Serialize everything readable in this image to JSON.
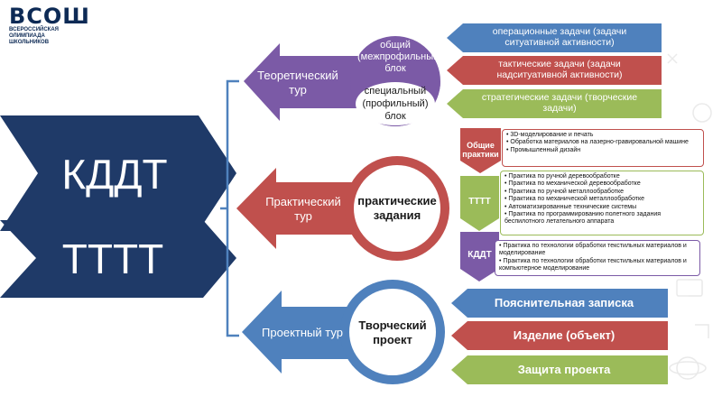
{
  "logo": {
    "text": "ВСОШ",
    "subtitle": "всероссийская олимпиада школьников"
  },
  "left_labels": {
    "top": "КДДТ",
    "bottom": "ТТТТ"
  },
  "rounds": {
    "theory": {
      "title": "Теоретический тур",
      "block1": "общий (межпрофильный) блок",
      "block2": "специальный (профильный) блок",
      "tasks": [
        "операционные задачи (задачи ситуативной активности)",
        "тактические задачи (задачи надситуативной активности)",
        "стратегические задачи (творческие задачи)"
      ]
    },
    "practice": {
      "title": "Практический тур",
      "circle": "практические задания",
      "groups": [
        {
          "tag": "Общие практики",
          "items": [
            "3D-моделирование и печать",
            "Обработка материалов на лазерно-гравировальной машине",
            "Промышленный дизайн"
          ]
        },
        {
          "tag": "ТТТТ",
          "items": [
            "Практика по ручной деревообработке",
            "Практика по механической деревообработке",
            "Практика по ручной металлообработке",
            "Практика по механической металлообработке",
            "Автоматизированные технические системы",
            "Практика по программированию полетного задания беспилотного летательного аппарата"
          ]
        },
        {
          "tag": "КДДТ",
          "items": [
            "Практика по технологии обработки текстильных материалов и моделирование",
            "Практика по технологии обработки текстильных материалов и компьютерное моделирование"
          ]
        }
      ]
    },
    "project": {
      "title": "Проектный тур",
      "circle": "Творческий проект",
      "items": [
        "Пояснительная записка",
        "Изделие (объект)",
        "Защита проекта"
      ]
    }
  },
  "colors": {
    "navy": "#1f3a68",
    "purple": "#7b5aa6",
    "red": "#c0504d",
    "blue": "#4f81bd",
    "green": "#9bbb59",
    "bracket": "#4f81bd"
  }
}
